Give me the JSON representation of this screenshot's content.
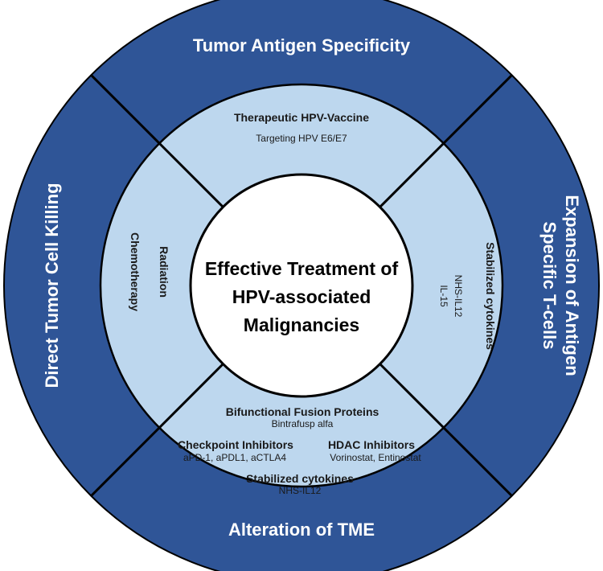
{
  "colors": {
    "outer_ring": "#2f5597",
    "inner_ring": "#bdd7ee",
    "center": "#ffffff",
    "stroke": "#000000",
    "outer_text": "#ffffff"
  },
  "center": {
    "line1": "Effective Treatment of",
    "line2": "HPV-associated",
    "line3": "Malignancies"
  },
  "outer": {
    "top": "Tumor Antigen Specificity",
    "left": "Direct Tumor Cell Killing",
    "right_line1": "Expansion of Antigen",
    "right_line2": "Specific T-cells",
    "bottom": "Alteration of TME"
  },
  "inner": {
    "top": {
      "title": "Therapeutic HPV-Vaccine",
      "subtitle": "Targeting HPV E6/E7"
    },
    "left": {
      "item1": "Chemotherapy",
      "item2": "Radiation"
    },
    "right": {
      "title": "Stabilized cytokines",
      "item1": "NHS-IL12",
      "item2": "IL-15"
    },
    "bottom": {
      "bifunctional_title": "Bifunctional Fusion Proteins",
      "bifunctional_item": "Bintrafusp alfa",
      "checkpoint_title": "Checkpoint Inhibitors",
      "checkpoint_item": "aPD-1, aPDL1, aCTLA4",
      "hdac_title": "HDAC Inhibitors",
      "hdac_item": "Vorinostat, Entinostat",
      "cytokines_title": "Stabilized cytokines",
      "cytokines_item": "NHS-IL12"
    }
  }
}
